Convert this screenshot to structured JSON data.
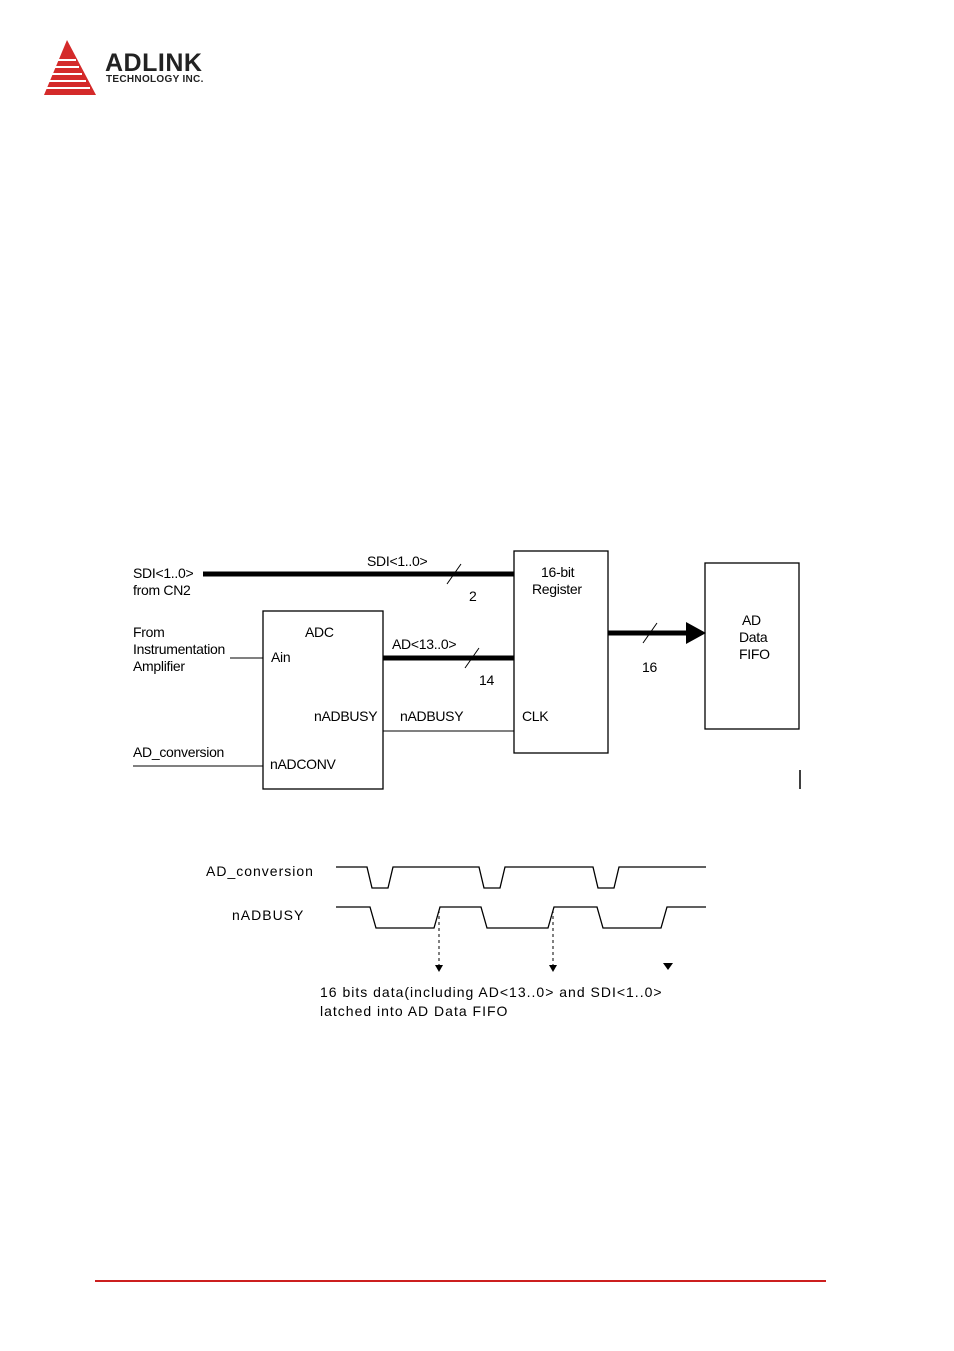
{
  "logo": {
    "name": "ADLINK",
    "sub": "TECHNOLOGY INC."
  },
  "block_diagram": {
    "sdi_in": [
      "SDI<1..0>",
      "from CN2"
    ],
    "sdi_bus": "SDI<1..0>",
    "sdi_width": "2",
    "amp_in": [
      "From",
      "Instrumentation",
      "Amplifier"
    ],
    "ad_conv_in": "AD_conversion",
    "adc_title": "ADC",
    "adc_ain": "Ain",
    "adc_nadbusy": "nADBUSY",
    "adc_nadconv": "nADCONV",
    "ad_bus": "AD<13..0>",
    "ad_width": "14",
    "nadbusy_wire": "nADBUSY",
    "reg_title": [
      "16-bit",
      "Register"
    ],
    "reg_clk": "CLK",
    "out_width": "16",
    "fifo": [
      "AD",
      "Data",
      "FIFO"
    ]
  },
  "timing": {
    "signal_1": "AD_conversion",
    "signal_2": "nADBUSY",
    "note": [
      "16 bits data(including AD<13..0> and SDI<1..0>",
      "latched into AD Data FIFO"
    ]
  },
  "colors": {
    "accent": "#cc1f1f"
  }
}
